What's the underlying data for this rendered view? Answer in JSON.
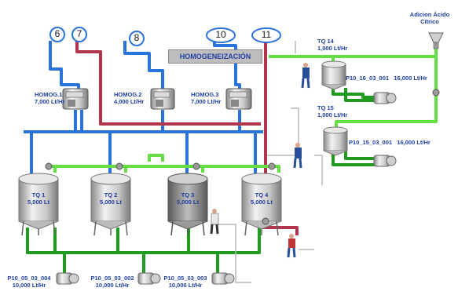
{
  "header": {
    "homogenizacion_label": "HOMOGENEIZACIÓN"
  },
  "lines": [
    "6",
    "7",
    "8",
    "10",
    "11"
  ],
  "homogenizers": [
    {
      "name": "HOMOG.1",
      "rate": "7,000 Lt/Hr"
    },
    {
      "name": "HOMOG.2",
      "rate": "4,000 Lt/Hr"
    },
    {
      "name": "HOMOG.3",
      "rate": "7,000 Lt/Hr"
    }
  ],
  "tanks": [
    {
      "name": "TQ 1",
      "volume": "5,000 Lt"
    },
    {
      "name": "TQ 2",
      "volume": "5,000 Lt"
    },
    {
      "name": "TQ 3",
      "volume": "5,000 Lt"
    },
    {
      "name": "TQ 4",
      "volume": "5,000 Lt"
    }
  ],
  "citric": {
    "label_line1": "Adicion Ácido",
    "label_line2": "Cítrico"
  },
  "aux_tanks": [
    {
      "name": "TQ 14",
      "volume": "1,000 Lt/Hr"
    },
    {
      "name": "TQ 15",
      "volume": "1,000 Lt/Hr"
    }
  ],
  "right_pumps": [
    {
      "code": "P10_16_03_001",
      "rate": "16,000 Lt/Hr"
    },
    {
      "code": "P10_15_03_001",
      "rate": "16,000 Lt/Hr"
    }
  ],
  "bottom_pumps": [
    {
      "code": "P10_05_03_004",
      "rate": "10,000 Lt/Hr"
    },
    {
      "code": "P10_05_03_002",
      "rate": "10,000 Lt/Hr"
    },
    {
      "code": "P10_05_03_003",
      "rate": "10,000 Lt/Hr"
    }
  ],
  "colors": {
    "blue_pipe": "#2a73d8",
    "red_pipe": "#b2354e",
    "green_pipe": "#1f9c1f",
    "light_green": "#66dd44",
    "label_blue": "#1f3fa6"
  }
}
